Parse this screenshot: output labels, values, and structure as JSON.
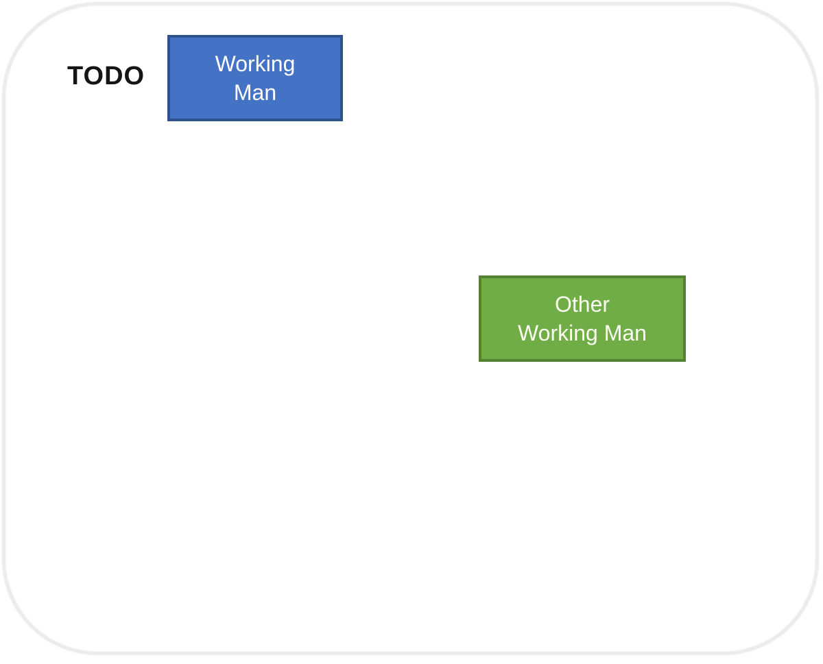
{
  "slide": {
    "background_color": "#ffffff",
    "frame_border_color": "#ececec"
  },
  "todo_label": "TODO",
  "nodes": [
    {
      "name": "working-man",
      "lines": [
        "Working",
        "Man"
      ],
      "fill": "#4472c4",
      "border_color": "#2f528f",
      "text_color": "#ffffff"
    },
    {
      "name": "other-working-man",
      "lines": [
        "Other",
        "Working Man"
      ],
      "fill": "#70ad47",
      "border_color": "#548235",
      "text_color": "#fbfcf2"
    }
  ]
}
